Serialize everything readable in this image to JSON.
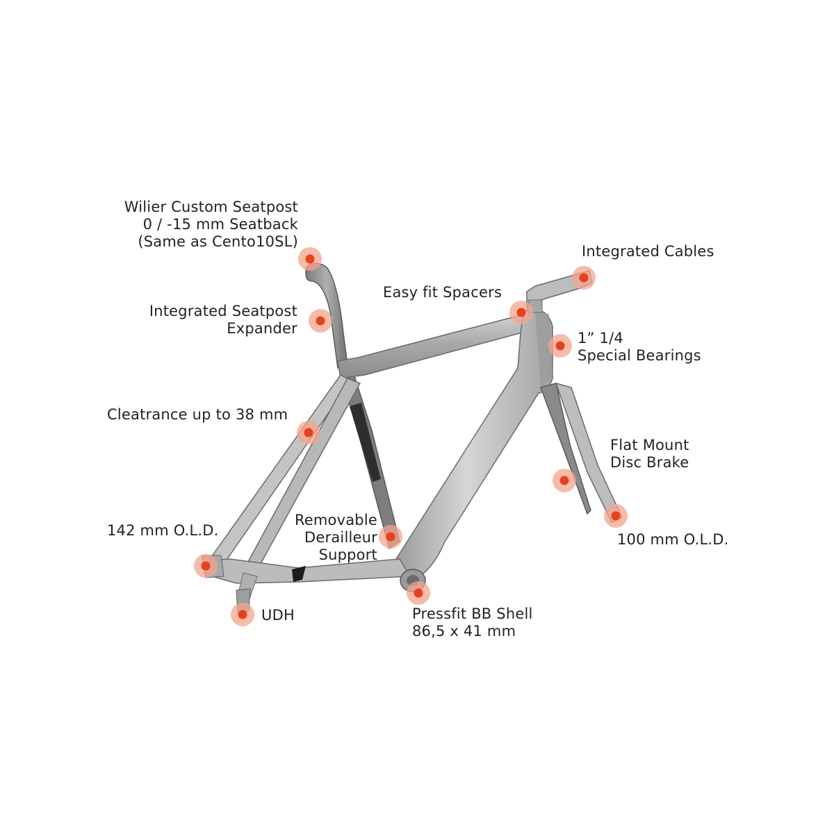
{
  "accent_color": "#e8401c",
  "halo_color": "#f4a48e",
  "frame_color": "#b4b4b4",
  "frame_dark_color": "#6c6c6c",
  "labels": {
    "seatpost": [
      "Wilier Custom Seatpost",
      "0 / -15 mm Seatback",
      "(Same as Cento10SL)"
    ],
    "expander": [
      "Integrated Seatpost",
      "Expander"
    ],
    "clearance": [
      "Cleatrance up to 38 mm"
    ],
    "old_rear": [
      "142 mm O.L.D."
    ],
    "udh": [
      "UDH"
    ],
    "derailleur": [
      "Removable",
      "Derailleur",
      "Support"
    ],
    "bb_shell": [
      "Pressfit BB Shell",
      "86,5 x 41 mm"
    ],
    "spacers": [
      "Easy fit Spacers"
    ],
    "cables": [
      "Integrated Cables"
    ],
    "bearings": [
      "1” 1/4",
      "Special Bearings"
    ],
    "disc_brake": [
      "Flat Mount",
      "Disc Brake"
    ],
    "old_front": [
      "100 mm O.L.D."
    ]
  },
  "hotspots": [
    {
      "name": "seatpost-hotspot",
      "icon": "dot-marker"
    },
    {
      "name": "expander-hotspot",
      "icon": "dot-marker"
    },
    {
      "name": "clearance-hotspot",
      "icon": "dot-marker"
    },
    {
      "name": "old-rear-hotspot",
      "icon": "dot-marker"
    },
    {
      "name": "udh-hotspot",
      "icon": "dot-marker"
    },
    {
      "name": "derailleur-hotspot",
      "icon": "dot-marker"
    },
    {
      "name": "bb-shell-hotspot",
      "icon": "dot-marker"
    },
    {
      "name": "spacers-hotspot",
      "icon": "dot-marker"
    },
    {
      "name": "cables-hotspot",
      "icon": "dot-marker"
    },
    {
      "name": "bearings-hotspot",
      "icon": "dot-marker"
    },
    {
      "name": "disc-brake-hotspot",
      "icon": "dot-marker"
    },
    {
      "name": "old-front-hotspot",
      "icon": "dot-marker"
    }
  ]
}
